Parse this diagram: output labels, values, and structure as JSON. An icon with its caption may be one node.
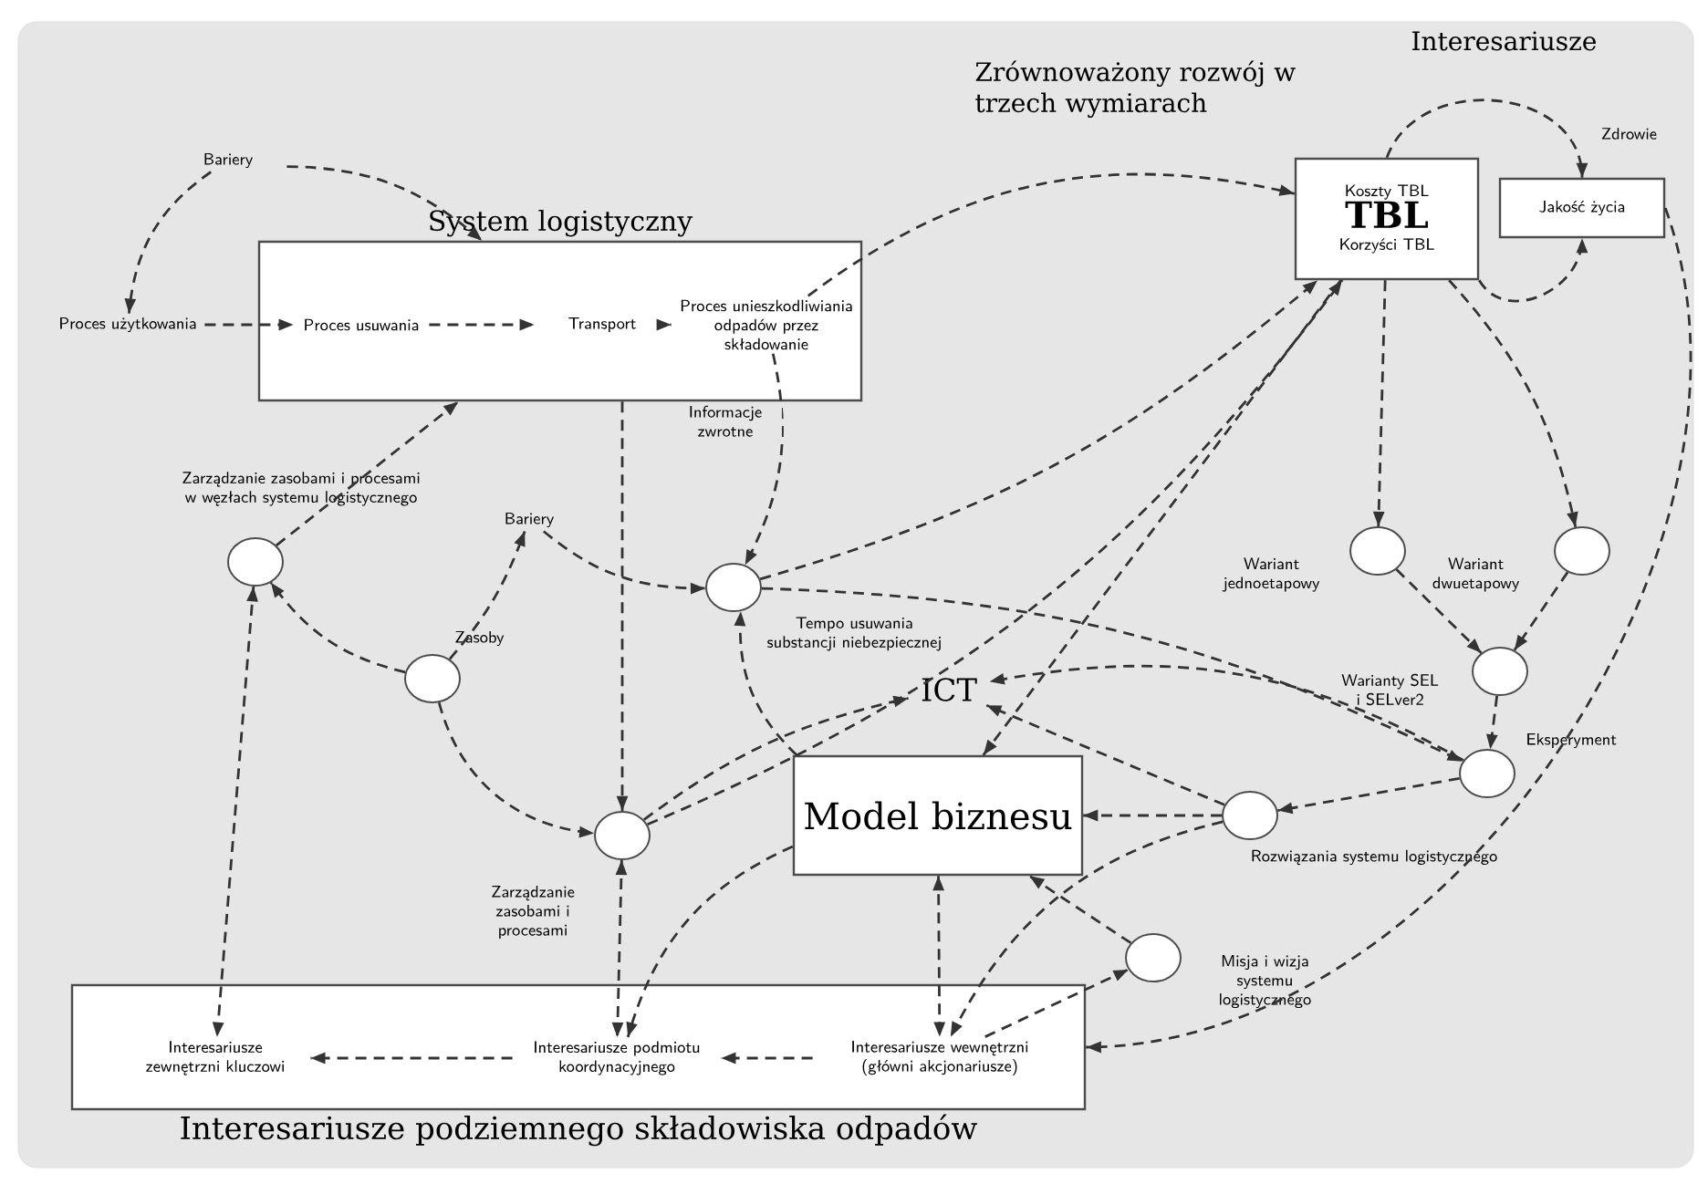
{
  "diagram": {
    "nodes": [
      {
        "text": [
          "System logistyczny"
        ]
      },
      {
        "text": [
          "Proces usuwania"
        ],
        "in": 0
      },
      {
        "text": [
          "Transport"
        ],
        "in": 0
      },
      {
        "text": [
          "Proces unieszkodliwiania odpadów przez składowanie"
        ],
        "in": 0
      },
      {
        "text": [
          "Bariery"
        ]
      },
      {
        "text": [
          "Proces użytkowania"
        ]
      },
      {
        "text": [
          "Koszty TBL",
          "TBL",
          "Korzyści TBL"
        ]
      },
      {
        "text": [
          "Jakość życia"
        ]
      },
      {
        "text": [],
        "shape": "circle",
        "beside": [
          "Zarządzanie zasobami i procesami w węzłach systemu logistycznego"
        ]
      },
      {
        "text": [
          "Bariery"
        ]
      },
      {
        "text": [],
        "shape": "circle",
        "beside": [
          "Zasoby"
        ]
      },
      {
        "text": [],
        "shape": "circle",
        "beside": [
          "Tempo usuwania substancji niebezpiecznej"
        ]
      },
      {
        "text": [
          "ICT"
        ]
      },
      {
        "text": [],
        "shape": "circle",
        "beside": [
          "Zarządzanie zasobami i procesami"
        ]
      },
      {
        "text": [
          "Model biznesu"
        ]
      },
      {
        "text": [],
        "shape": "circle",
        "beside": [
          "Wariant jednoetapowy"
        ]
      },
      {
        "text": [],
        "shape": "circle",
        "beside": [
          "Wariant dwuetapowy"
        ]
      },
      {
        "text": [],
        "shape": "circle",
        "beside": [
          "Warianty SEL i SELver2"
        ]
      },
      {
        "text": [],
        "shape": "circle",
        "beside": [
          "Eksperyment"
        ]
      },
      {
        "text": [],
        "shape": "circle",
        "beside": [
          "Rozwiązania systemu logistycznego"
        ]
      },
      {
        "text": [],
        "shape": "circle",
        "beside": [
          "Misja i wizja systemu logistycznego"
        ]
      },
      {
        "text": [
          "Interesariusze podziemnego składowiska odpadów"
        ]
      },
      {
        "text": [
          "Interesariusze zewnętrzni kluczowi"
        ],
        "in": 21
      },
      {
        "text": [
          "Interesariusze podmiotu koordynacyjnego"
        ],
        "in": 21
      },
      {
        "text": [
          "Interesariusze wewnętrzni (główni akcjonariusze)"
        ],
        "in": 21
      }
    ],
    "edges": [
      {
        "from": 4,
        "to": 5,
        "arrow": "to"
      },
      {
        "from": 4,
        "to": 0,
        "arrow": "to"
      },
      {
        "from": 5,
        "to": 1,
        "arrow": "to"
      },
      {
        "from": 1,
        "to": 2,
        "arrow": "to"
      },
      {
        "from": 2,
        "to": 3,
        "arrow": "to"
      },
      {
        "from": 3,
        "to": 6,
        "arrow": "to"
      },
      {
        "from": 6,
        "to": 7,
        "arrow": "to",
        "label": "Zdrowie"
      },
      {
        "from": 6,
        "to": 7,
        "arrow": "to"
      },
      {
        "from": 7,
        "to": 21,
        "arrow": "to"
      },
      {
        "from": 8,
        "to": 0,
        "arrow": "to"
      },
      {
        "from": 10,
        "to": 8,
        "arrow": "to"
      },
      {
        "from": 10,
        "to": 9,
        "arrow": "to"
      },
      {
        "from": 9,
        "to": 11,
        "arrow": "to"
      },
      {
        "from": 0,
        "to": 13,
        "arrow": "to"
      },
      {
        "from": 3,
        "to": 11,
        "arrow": "to",
        "label": "Informacje zwrotne"
      },
      {
        "from": 10,
        "to": 13,
        "arrow": "to"
      },
      {
        "from": 8,
        "to": 22,
        "arrow": "both"
      },
      {
        "from": 13,
        "to": 23,
        "arrow": "both"
      },
      {
        "from": 13,
        "to": 6,
        "arrow": "to"
      },
      {
        "from": 11,
        "to": 6,
        "arrow": "to"
      },
      {
        "from": 13,
        "to": 12,
        "arrow": "to"
      },
      {
        "from": 6,
        "to": 14,
        "arrow": "to"
      },
      {
        "from": 14,
        "to": 11,
        "arrow": "to"
      },
      {
        "from": 6,
        "to": 15,
        "arrow": "to"
      },
      {
        "from": 6,
        "to": 16,
        "arrow": "to"
      },
      {
        "from": 15,
        "to": 17,
        "arrow": "to"
      },
      {
        "from": 16,
        "to": 17,
        "arrow": "to"
      },
      {
        "from": 17,
        "to": 18,
        "arrow": "to"
      },
      {
        "from": 11,
        "to": 18,
        "arrow": "to"
      },
      {
        "from": 18,
        "to": 19,
        "arrow": "to"
      },
      {
        "from": 18,
        "to": 12,
        "arrow": "to"
      },
      {
        "from": 19,
        "to": 12,
        "arrow": "to"
      },
      {
        "from": 19,
        "to": 14,
        "arrow": "to"
      },
      {
        "from": 20,
        "to": 14,
        "arrow": "to"
      },
      {
        "from": 24,
        "to": 20,
        "arrow": "to"
      },
      {
        "from": 19,
        "to": 24,
        "arrow": "to"
      },
      {
        "from": 14,
        "to": 23,
        "arrow": "to"
      },
      {
        "from": 14,
        "to": 24,
        "arrow": "both"
      },
      {
        "from": 24,
        "to": 23,
        "arrow": "to"
      },
      {
        "from": 23,
        "to": 22,
        "arrow": "to"
      }
    ],
    "labels": [
      "Zrównoważony rozwój w trzech wymiarach",
      "Interesariusze"
    ]
  }
}
